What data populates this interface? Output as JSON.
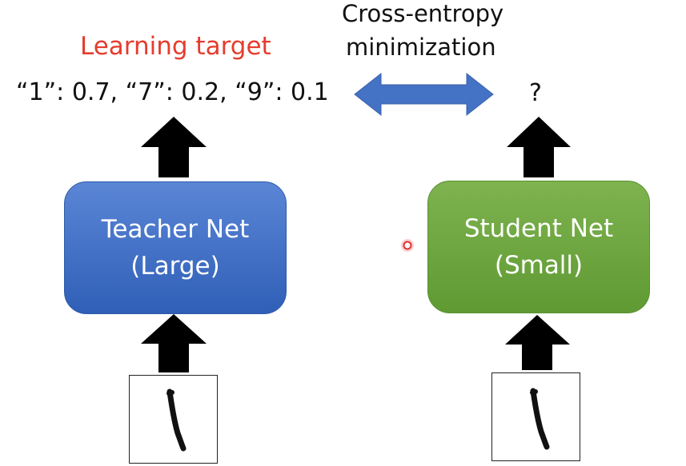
{
  "learning_target_label": "Learning target",
  "loss_label": {
    "line1": "Cross-entropy",
    "line2": "minimization"
  },
  "teacher": {
    "output": "“1”: 0.7, “7”: 0.2, “9”: 0.1",
    "name": "Teacher Net",
    "size": "(Large)"
  },
  "student": {
    "output": "?",
    "name": "Student Net",
    "size": "(Small)"
  },
  "colors": {
    "learning_target": "#e53c2e",
    "teacher_box": "#3a6cc4",
    "student_box": "#6ea641",
    "double_arrow": "#4472c4",
    "arrows": "#000000",
    "pointer": "#e53030"
  },
  "icons": [
    "up-arrow-icon",
    "double-arrow-icon",
    "handwritten-digit-1-icon",
    "pointer-dot-icon"
  ]
}
